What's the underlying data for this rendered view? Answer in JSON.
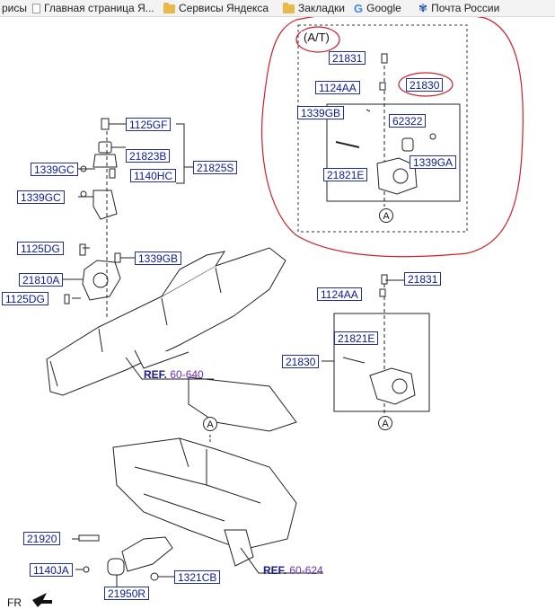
{
  "bookmarks": [
    {
      "label": "рисы",
      "icon": "none"
    },
    {
      "label": "Главная страница Я...",
      "icon": "page-icon"
    },
    {
      "label": "Сервисы Яндекса",
      "icon": "folder-icon"
    },
    {
      "label": "Закладки",
      "icon": "folder-icon"
    },
    {
      "label": "Google",
      "icon": "google-icon"
    },
    {
      "label": "Почта России",
      "icon": "eagle-icon"
    }
  ],
  "annotation": {
    "color": "#d0202a"
  },
  "diagram": {
    "at_label": "(A/T)",
    "parts": {
      "p21831_top": "21831",
      "p1124AA_top": "1124AA",
      "p21830_top": "21830",
      "p1339GB_top": "1339GB",
      "p62322": "62322",
      "p21821E_top": "21821E",
      "p1339GA": "1339GA",
      "p1125GF": "1125GF",
      "p21823B": "21823B",
      "p21825S": "21825S",
      "p1339GC_a": "1339GC",
      "p1140HC": "1140HC",
      "p1339GC_b": "1339GC",
      "p1125DG_a": "1125DG",
      "p1339GB_mid": "1339GB",
      "p21810A": "21810A",
      "p1125DG_b": "1125DG",
      "p21831_mid": "21831",
      "p1124AA_mid": "1124AA",
      "p21821E_mid": "21821E",
      "p21830_mid": "21830",
      "p21920": "21920",
      "p1140JA": "1140JA",
      "p1321CB": "1321CB",
      "p21950R": "21950R"
    },
    "refs": [
      {
        "key": "REF.",
        "value": "60-640"
      },
      {
        "key": "REF.",
        "value": "60-624"
      }
    ],
    "circle_label": "A",
    "fr_label": "FR"
  }
}
